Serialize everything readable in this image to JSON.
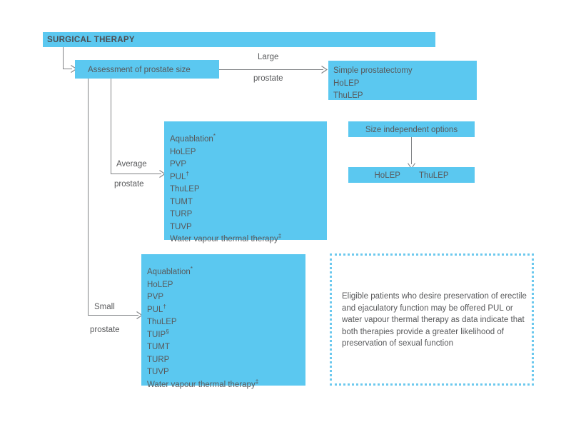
{
  "diagram": {
    "title": "SURGICAL THERAPY",
    "header": {
      "label": "SURGICAL THERAPY"
    },
    "assessment": {
      "label": "Assessment of prostate size"
    },
    "edges": {
      "large_line1": "Large",
      "large_line2": "prostate",
      "average_line1": "Average",
      "average_line2": "prostate",
      "small_line1": "Small",
      "small_line2": "prostate"
    },
    "large_prostate_options": {
      "items": [
        "Simple prostatectomy",
        "HoLEP",
        "ThuLEP"
      ]
    },
    "average_prostate_options": {
      "items": [
        "Aquablation*",
        "HoLEP",
        "PVP",
        "PUL†",
        "ThuLEP",
        "TUMT",
        "TURP",
        "TUVP",
        "Water vapour thermal therapy‡"
      ]
    },
    "small_prostate_options": {
      "items": [
        "Aquablation*",
        "HoLEP",
        "PVP",
        "PUL†",
        "ThuLEP",
        "TUIP§",
        "TUMT",
        "TURP",
        "TUVP",
        "Water vapour thermal therapy‡"
      ]
    },
    "size_independent": {
      "title": "Size independent options",
      "options": [
        "HoLEP",
        "ThuLEP"
      ]
    },
    "note": {
      "text": "Eligible patients who desire preservation of erectile and ejaculatory function may be offered PUL or water vapour thermal therapy as data indicate that both therapies provide a greater likelihood of preservation of sexual function"
    },
    "colors": {
      "box_fill": "#5BC8F0",
      "note_border": "#6DC9EE",
      "text": "#58595b",
      "connector": "#808285",
      "background": "#ffffff"
    }
  }
}
